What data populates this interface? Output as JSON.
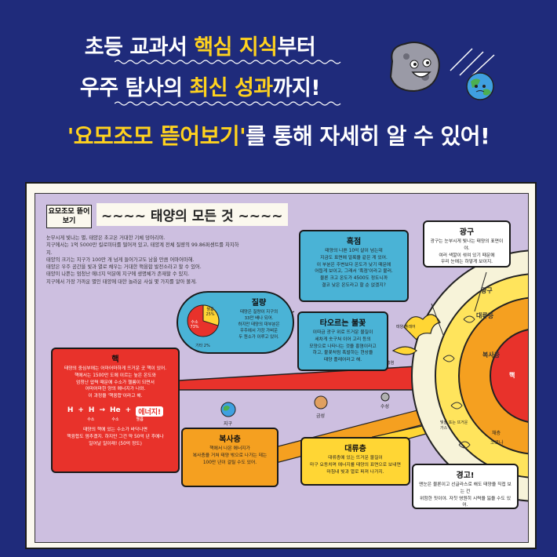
{
  "headline": {
    "line1_a": "초등 교과서 ",
    "line1_hl": "핵심 지식",
    "line1_b": "부터",
    "line2_a": "우주 탐사의 ",
    "line2_hl": "최신 성과",
    "line2_b": "까지!",
    "line3_hl": "'요모조모 뜯어보기'",
    "line3_b": "를 통해 자세히 알 수 있어!"
  },
  "book": {
    "tag": "요모조모 뜯어보기",
    "title": "태양의 모든 것",
    "intro": [
      "눈부시게 빛나는 별, 태양은 초고온 거대한 기체 덩어리야.",
      "지구에서는 1억 5000만 킬로미터를 떨어져 있고, 태양계 전체 질량의 99.86퍼센트를 차지하지.",
      "태양의 크기는 지구가 100만 개 넘게 들어가고도 남을 만큼 어마어마해.",
      "태양은 우주 공간을 빛과 열로 채우는 거대한 핵융합 발전소라고 할 수 있어.",
      "태양이 나쁜는 엄청난 에너지 덕분에 지구에 생명체가 존재할 수 있지.",
      "지구에서 가장 가까운 별인 태양에 대한 놀라운 사실 몇 가지를 알아 볼게."
    ],
    "core": {
      "title": "핵",
      "lines": [
        "태양의 중심부에는 어마어마하게 뜨거운 곳 핵이 있어.",
        "핵에서는 1500만 도에 이르는 높은 온도와",
        "엄청난 압력 때문에 수소가 헬륨이 되면서",
        "어마어마한 양의 에너지가 나와.",
        "이 과정을 '핵융합'이라고 해."
      ],
      "formula": [
        "H",
        "+",
        "H",
        "→",
        "He",
        "+",
        "에너지!"
      ],
      "formula_labels": [
        "수소",
        "수소",
        "헬륨"
      ],
      "footer": [
        "태양의 핵에 있는 수소가 바닥나면",
        "핵융합도 멈추겠지. 하지만 그건 약 50억 년 후에나",
        "일어날 일이래! (50억 정도)"
      ]
    },
    "photosphere": {
      "title": "광구",
      "lines": [
        "광구는 눈부시게 빛나는 태양의 표면이야.",
        "여러 색깔이 섞여 있기 때문에",
        "우리 눈에는 하얗게 보이지."
      ]
    },
    "sunspot": {
      "title": "흑점",
      "lines": [
        "태양의 나쁜 10억 살이 넘는데",
        "지금도 표면에 얼룩을 같은 게 있어.",
        "이 부분은 주변보다 온도가 낮기 때문에",
        "어둡게 보이고, 그래서 '흑점'이라고 불러.",
        "물론 크고 온도가 4500도 정도니까",
        "결코 낮은 온도라고 할 순 없겠지?"
      ]
    },
    "mass": {
      "title": "질량",
      "lines": [
        "태양은 질량이 지구의",
        "33만 배나 되어.",
        "하지만 태양의 대부분은",
        "우주에서 가장 가벼운",
        "두 원소가 이루고 있어."
      ],
      "pie_labels": [
        "헬륨 25%",
        "수소 73%",
        "기타 2%"
      ]
    },
    "prominence": {
      "title": "타오르는 불꽃",
      "lines": [
        "이따금 광구 위로 뜨거운 물질이",
        "세차게 솟구쳐 이어 고리 등의",
        "모양으로 나타나는 것을 홍염이라고",
        "하고, 불꽃처럼 폭발하는 현상을",
        "태양 플레어라고 해."
      ],
      "side_labels": [
        "태양 플레어",
        "홍염"
      ]
    },
    "radiative": {
      "title": "복사층",
      "lines": [
        "핵에서 나온 에너지가",
        "복사층을 거쳐 태양 밖으로 나가는 데는",
        "100만 년이 걸릴 수도 있어."
      ]
    },
    "convective": {
      "title": "대류층",
      "lines": [
        "대류층에 있는 뜨거운 물질이",
        "마구 요동치며 에너지를 태양의 표면으로 보내면",
        "마침내 빛과 열로 퍼져 나가지."
      ]
    },
    "warning": {
      "title": "경고!",
      "lines": [
        "맨눈은 물론이고 선글라스로 해도 태양을 직접 보는 건",
        "위험한 짓이야. 자칫 영원히 시력을 잃을 수도 있어."
      ]
    },
    "planets": [
      "지구",
      "금성",
      "수성"
    ],
    "layers": [
      "광구",
      "대류층",
      "복사층",
      "핵"
    ],
    "corona_labels": [
      "빛을 또는 뜨거운 가스",
      "채층",
      "코로나"
    ],
    "colors": {
      "background": "#1f2b7b",
      "highlight": "#ffd21e",
      "core": "#e8322b",
      "radiative": "#f5a020",
      "convective": "#ffd634",
      "info_box": "#4ab3d6"
    }
  }
}
